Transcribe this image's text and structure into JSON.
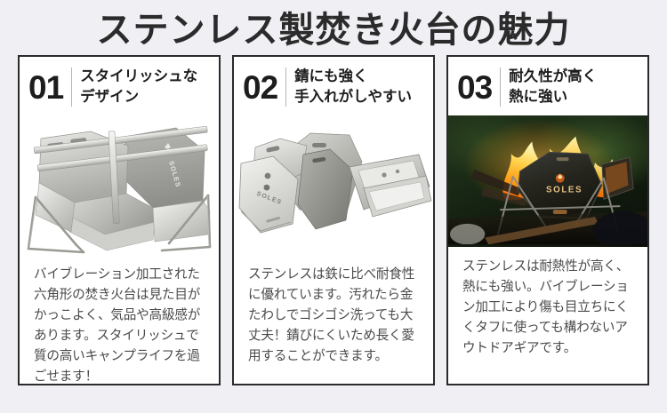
{
  "page": {
    "title": "ステンレス製焚き火台の魅力",
    "background_color": "#f0eff4",
    "title_color": "#2b2b2b"
  },
  "cards": [
    {
      "number": "01",
      "heading_line1": "スタイリッシュな",
      "heading_line2": "デザイン",
      "body": "バイブレーション加工された六角形の焚き火台は見た目がかっこよく、気品や高級感があります。スタイリッシュで質の高いキャンプライフを過ごせます！",
      "image_alt": "stainless-steel-hexagonal-firepit-assembled",
      "brand_mark": "SOLES"
    },
    {
      "number": "02",
      "heading_line1": "錆にも強く",
      "heading_line2": "手入れがしやすい",
      "body": "ステンレスは鉄に比べ耐食性に優れています。汚れたら金たわしでゴシゴシ洗っても大丈夫！錆びにくいため長く愛用することができます。",
      "image_alt": "stainless-steel-firepit-disassembled-panels",
      "brand_mark": "SOLES"
    },
    {
      "number": "03",
      "heading_line1": "耐久性が高く",
      "heading_line2": "熱に強い",
      "body": "ステンレスは耐熱性が高く、熱にも強い。バイブレーション加工により傷も目立ちにくくタフに使っても構わないアウトドアギアです。",
      "image_alt": "firepit-burning-outdoors-at-campsite",
      "brand_mark": "SOLES"
    }
  ],
  "colors": {
    "card_border": "#2b2b2b",
    "card_background": "#ffffff",
    "number_color": "#1d1d1d",
    "body_text": "#4a4a4a",
    "divider": "#b5b5b5",
    "flame": "#ffa726"
  }
}
